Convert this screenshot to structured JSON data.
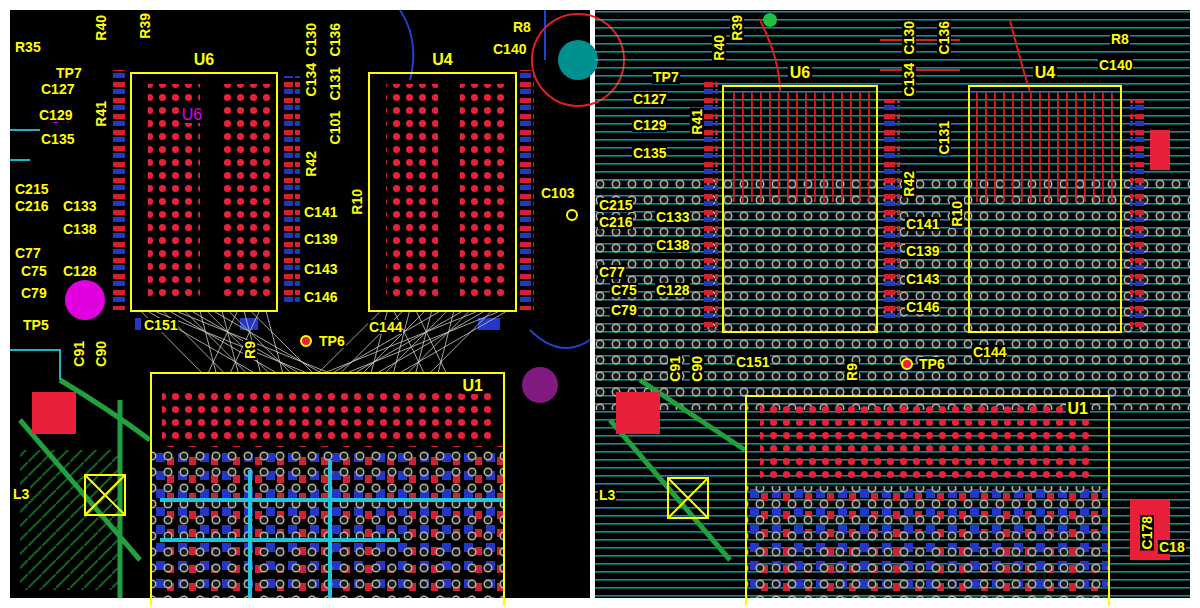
{
  "diagram": {
    "nodes": [
      {
        "text": [
          "U6",
          "U6"
        ]
      },
      {
        "text": [
          "U4",
          "U4"
        ]
      },
      {
        "text": [
          "U1"
        ]
      },
      {
        "text": [
          "U6"
        ]
      },
      {
        "text": [
          "U4"
        ]
      },
      {
        "text": [
          "U1"
        ]
      }
    ],
    "edges": [
      {
        "from": 0,
        "to": 2,
        "arrow": "none"
      },
      {
        "from": 1,
        "to": 2,
        "arrow": "none"
      }
    ],
    "labels": [
      "R35",
      "R40",
      "R39",
      "TP7",
      "C127",
      "C129",
      "R41",
      "C135",
      "C215",
      "C216",
      "C133",
      "C138",
      "C77",
      "C75",
      "C128",
      "C79",
      "TP5",
      "C91",
      "C90",
      "L3",
      "R8",
      "C140",
      "C130",
      "C134",
      "R42",
      "C136",
      "C131",
      "C101",
      "R10",
      "C141",
      "C139",
      "C143",
      "C146",
      "C151",
      "R9",
      "TP6",
      "C144",
      "C103",
      "R39",
      "R40",
      "TP7",
      "C127",
      "C129",
      "R41",
      "C135",
      "C215",
      "C216",
      "C133",
      "C138",
      "C77",
      "C75",
      "C128",
      "C79",
      "C91",
      "C90",
      "L3",
      "R8",
      "C140",
      "C130",
      "C134",
      "R42",
      "C136",
      "C131",
      "R10",
      "C141",
      "C139",
      "C143",
      "C146",
      "C151",
      "R9",
      "TP6",
      "C144",
      "C178",
      "C18"
    ]
  }
}
